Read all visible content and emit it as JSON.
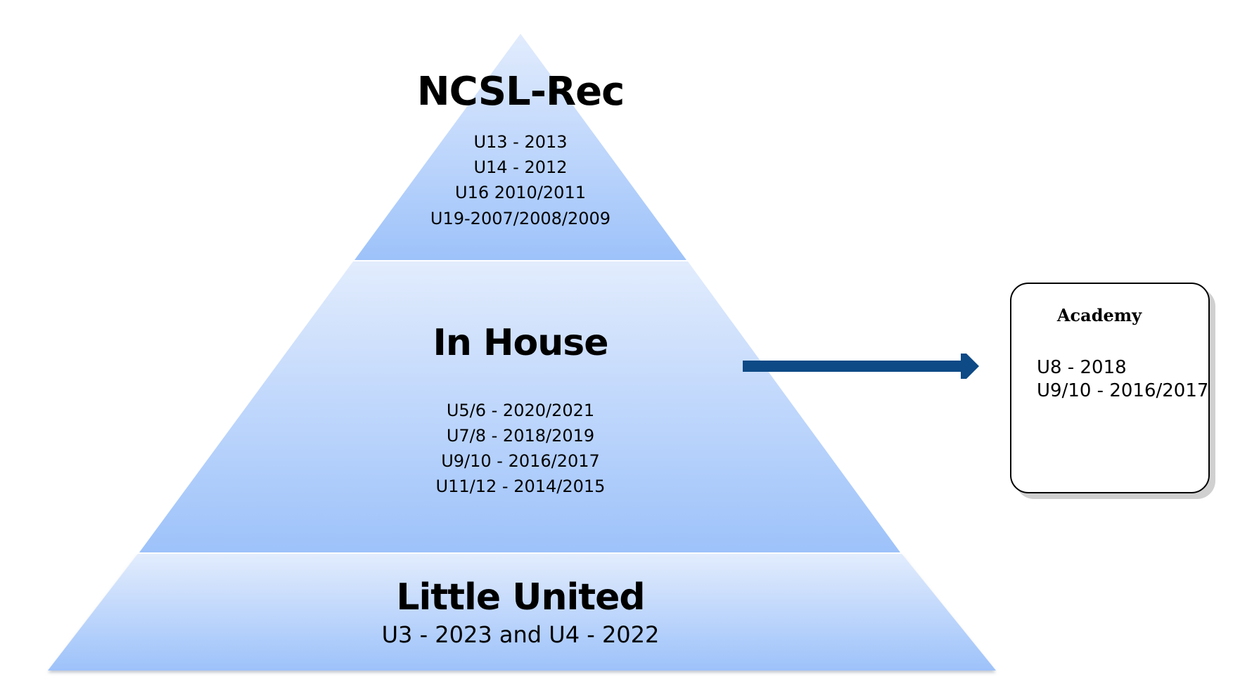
{
  "colors": {
    "tier_fill_top": "#e2ecfd",
    "tier_fill_bottom": "#9dc2fa",
    "arrow": "#0d4a86",
    "box_border": "#000000",
    "box_shadow": "#d0d0d0"
  },
  "pyramid": {
    "top_tier": {
      "title": "NCSL-Rec",
      "lines": [
        "U13 - 2013",
        "U14 - 2012",
        "U16 2010/2011",
        "U19-2007/2008/2009"
      ]
    },
    "middle_tier": {
      "title": "In House",
      "lines": [
        "U5/6 - 2020/2021",
        "U7/8 - 2018/2019",
        "U9/10 - 2016/2017",
        "U11/12 - 2014/2015"
      ]
    },
    "bottom_tier": {
      "title": "Little United",
      "subtitle": "U3 - 2023 and U4 - 2022"
    }
  },
  "academy": {
    "title": "Academy",
    "lines": [
      "U8 - 2018",
      "U9/10 - 2016/2017"
    ]
  }
}
